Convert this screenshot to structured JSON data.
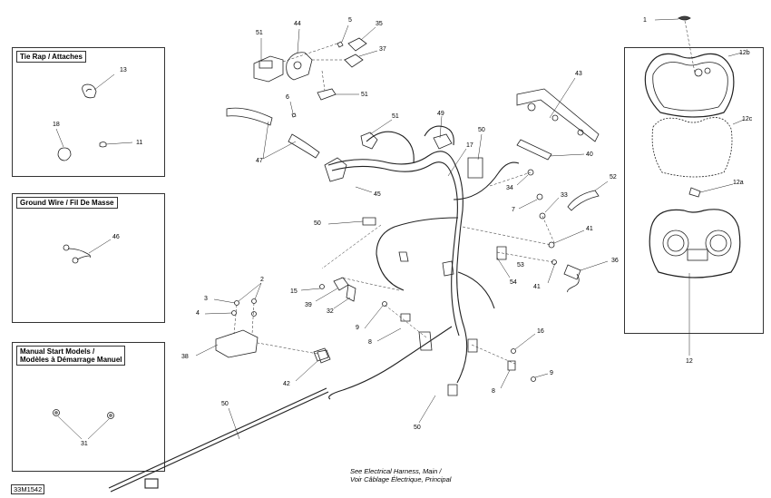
{
  "insets": {
    "tie_rap": {
      "title": "Tie Rap / Attaches"
    },
    "ground_wire": {
      "title": "Ground Wire / Fil De Masse"
    },
    "manual_start": {
      "title_line1": "Manual Start Models /",
      "title_line2": "Modèles à Démarrage Manuel"
    }
  },
  "note": {
    "line1": "See Electrical Harness, Main /",
    "line2": "Voir Câblage Électrique, Principal"
  },
  "reference_code": "33M1542",
  "callouts": {
    "c1": "1",
    "c2": "2",
    "c3": "3",
    "c4": "4",
    "c5": "5",
    "c6": "6",
    "c7": "7",
    "c8a": "8",
    "c8b": "8",
    "c9a": "9",
    "c9b": "9",
    "c11": "11",
    "c12": "12",
    "c12a": "12a",
    "c12b": "12b",
    "c12c": "12c",
    "c13": "13",
    "c15": "15",
    "c16": "16",
    "c17": "17",
    "c18": "18",
    "c31": "31",
    "c32": "32",
    "c33": "33",
    "c34": "34",
    "c35": "35",
    "c36": "36",
    "c37": "37",
    "c38": "38",
    "c39": "39",
    "c40": "40",
    "c41a": "41",
    "c41b": "41",
    "c42": "42",
    "c43": "43",
    "c44": "44",
    "c45": "45",
    "c46": "46",
    "c47": "47",
    "c49": "49",
    "c50a": "50",
    "c50b": "50",
    "c50c": "50",
    "c50d": "50",
    "c51a": "51",
    "c51b": "51",
    "c51c": "51",
    "c52": "52",
    "c53": "53",
    "c54": "54"
  }
}
